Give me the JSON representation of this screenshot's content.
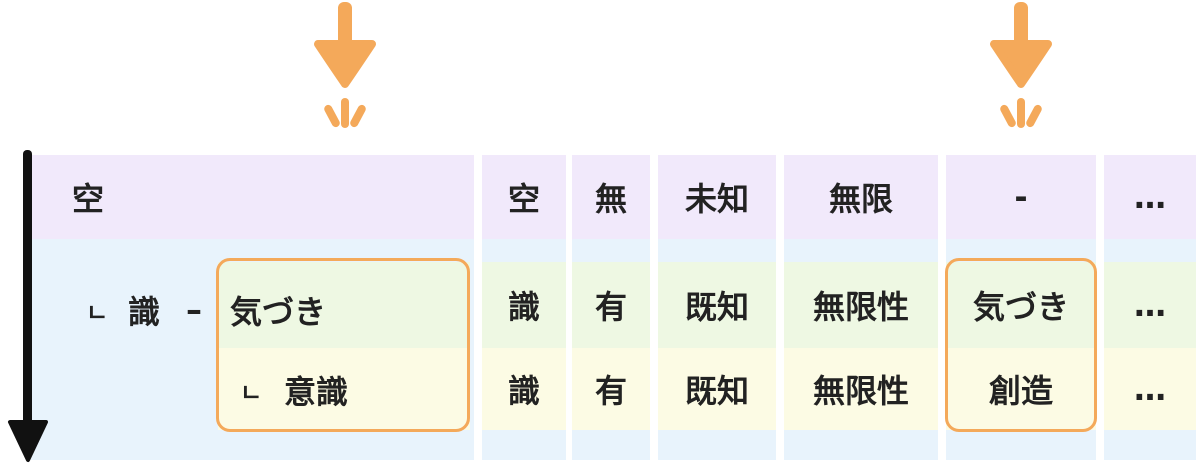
{
  "tree": {
    "root": "空",
    "child_marker": "ㄴ",
    "child": "識",
    "dash": "–",
    "child_term": "気づき",
    "grandchild": "意識"
  },
  "columns": [
    {
      "r1": "空",
      "r2": "識",
      "r3": "識"
    },
    {
      "r1": "無",
      "r2": "有",
      "r3": "有"
    },
    {
      "r1": "未知",
      "r2": "既知",
      "r3": "既知"
    },
    {
      "r1": "無限",
      "r2": "無限性",
      "r3": "無限性"
    },
    {
      "r1": "-",
      "r2": "気づき",
      "r3": "創造"
    },
    {
      "r1": "…",
      "r2": "…",
      "r3": "…"
    }
  ],
  "colors": {
    "arrow_orange": "#f4a95a",
    "row1": "#f1e9fb",
    "row_blue": "#e8f3fc",
    "row_green": "#eef8e3",
    "row_yellow": "#fcfbe4"
  },
  "icons": [
    "down-arrow-icon",
    "timeline-arrow-icon"
  ]
}
